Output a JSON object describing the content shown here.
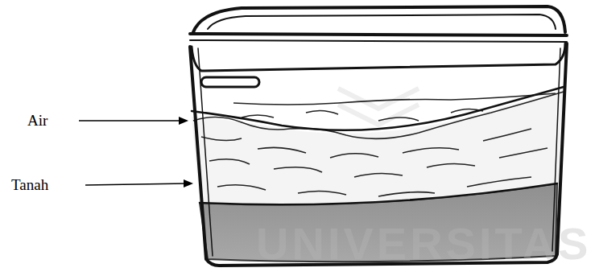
{
  "diagram": {
    "labels": [
      "Air",
      "Tanah",
      "UNIVERSITAS"
    ]
  }
}
